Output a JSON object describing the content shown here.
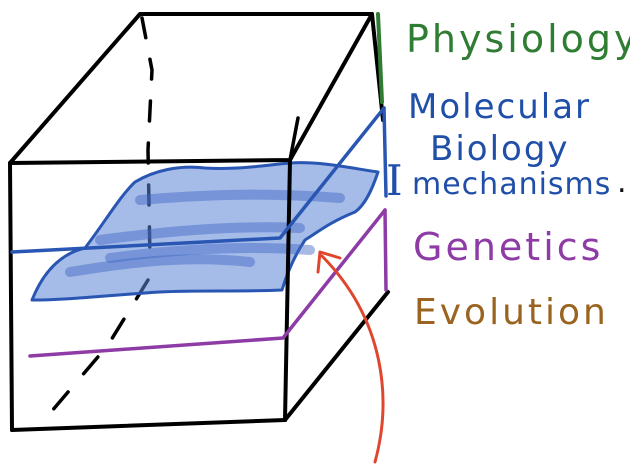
{
  "labels": {
    "physiology": "Physiology",
    "molecular": "Molecular",
    "biology": "Biology",
    "roman_numeral": "I",
    "mechanisms": "mechanisms",
    "period": ".",
    "genetics": "Genetics",
    "evolution": "Evolution"
  },
  "colors": {
    "physiology": "#2e7d32",
    "molecular_biology": "#1f4fa8",
    "genetics": "#8e3ba6",
    "evolution": "#9a6420",
    "arrow": "#e0452e",
    "layer_fill": "#5b84d6",
    "cube": "#000000"
  }
}
